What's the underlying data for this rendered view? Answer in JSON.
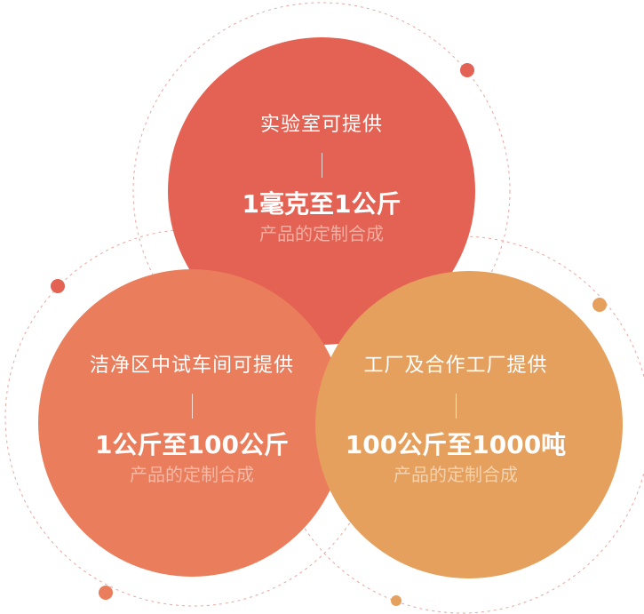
{
  "colors": {
    "top_circle": "#e36253",
    "left_circle": "#ea7d5c",
    "right_circle": "#e5a05d",
    "orbit_line": "#e6a7a0",
    "dot_red": "#e36253",
    "dot_coral": "#ea7d5c",
    "dot_orange": "#e5a05d"
  },
  "circles": {
    "top": {
      "provider": "实验室可提供",
      "scale": "1毫克至1公斤",
      "caption": "产品的定制合成"
    },
    "left": {
      "provider": "洁净区中试车间可提供",
      "scale": "1公斤至100公斤",
      "caption": "产品的定制合成"
    },
    "right": {
      "provider": "工厂及合作工厂提供",
      "scale": "100公斤至1000吨",
      "caption": "产品的定制合成"
    }
  },
  "decorations": {
    "orbit_style": "dashed",
    "orbit_dot_count": 5
  }
}
